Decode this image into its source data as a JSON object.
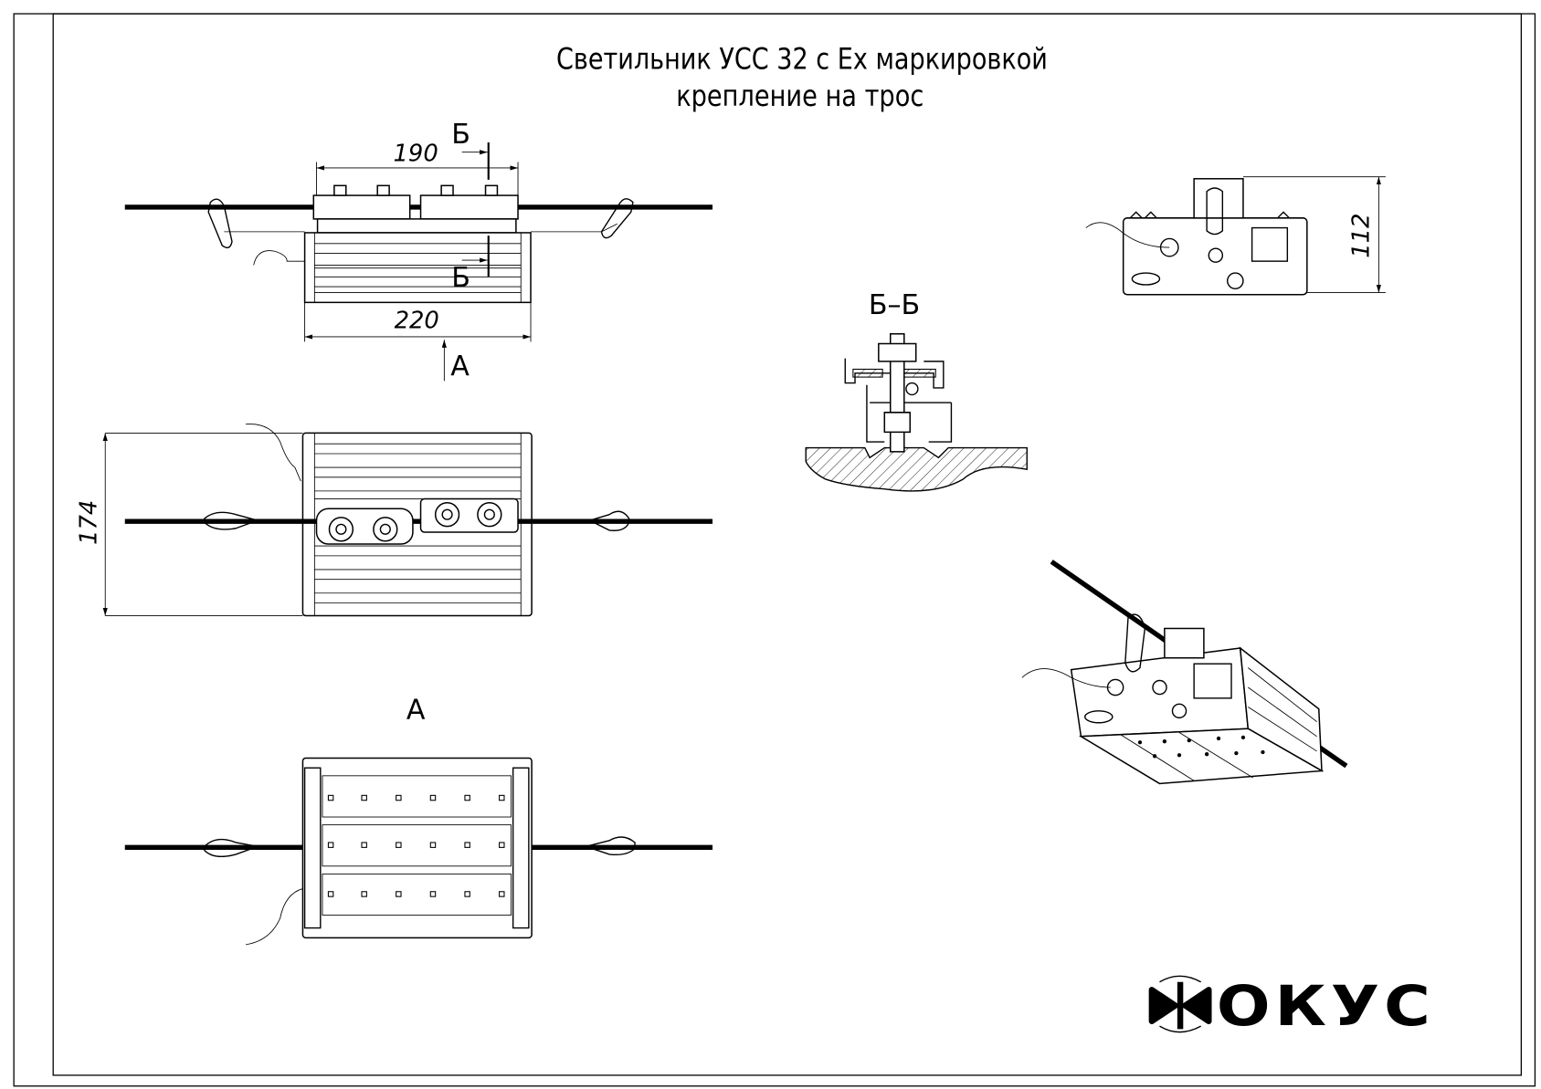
{
  "title": {
    "line1": "Светильник УСС 32 с Ex маркировкой",
    "line2": "крепление на трос"
  },
  "top_view": {
    "dim_clamp": "190",
    "dim_body": "220",
    "section_mark": "Б",
    "view_arrow_label": "А"
  },
  "front_view": {
    "dim_height": "174"
  },
  "section": {
    "label": "Б–Б"
  },
  "end_view": {
    "dim_height": "112"
  },
  "bottom_view": {
    "label": "А"
  },
  "logo": {
    "text": "ФОКУС",
    "letters_after_symbol": "ОКУС"
  }
}
